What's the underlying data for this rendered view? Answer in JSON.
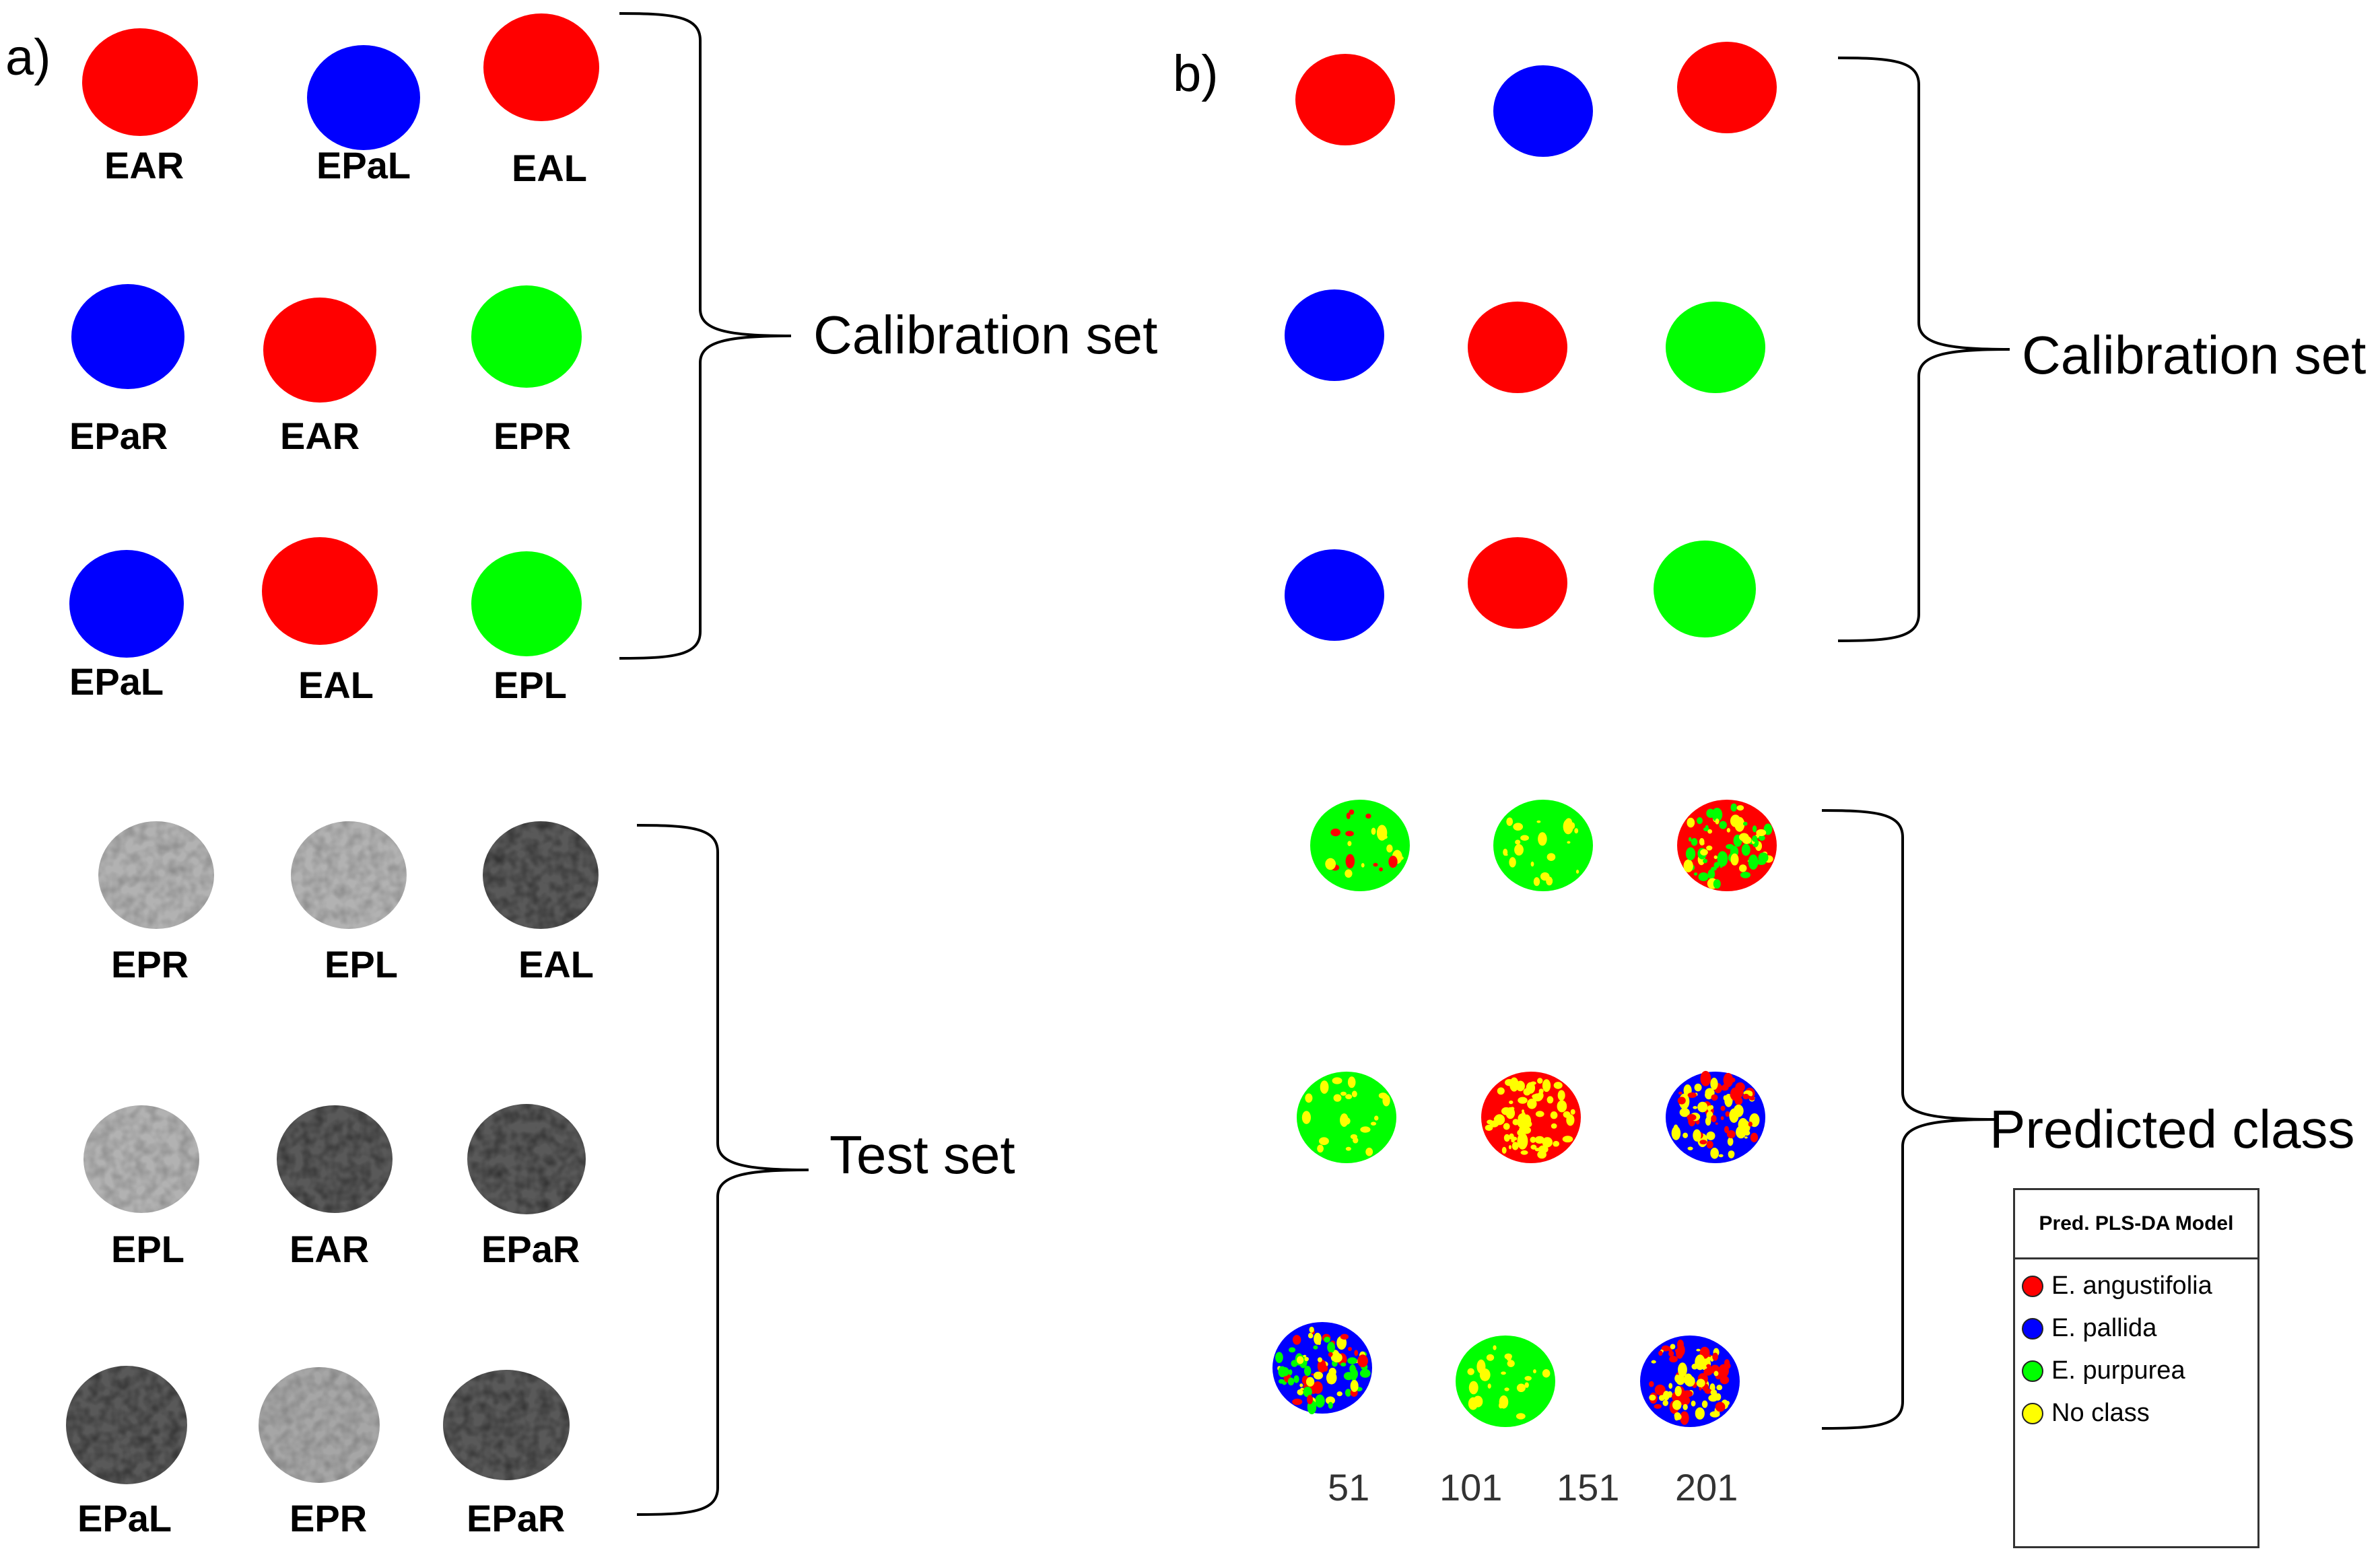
{
  "colors": {
    "red": "#ff0000",
    "blue": "#0000ff",
    "green": "#00ff00",
    "yellow": "#ffff00",
    "grey_light": "#b2b2b2",
    "grey_mid": "#a6a6a6",
    "grey_dark": "#595959"
  },
  "panel_a": {
    "letter": "a)",
    "calibration_title": "Calibration set",
    "test_title": "Test set",
    "calibration": [
      {
        "label": "EAR",
        "color": "red"
      },
      {
        "label": "EPaL",
        "color": "blue"
      },
      {
        "label": "EAL",
        "color": "red"
      },
      {
        "label": "EPaR",
        "color": "blue"
      },
      {
        "label": "EAR",
        "color": "red"
      },
      {
        "label": "EPR",
        "color": "green"
      },
      {
        "label": "EPaL",
        "color": "blue"
      },
      {
        "label": "EAL",
        "color": "red"
      },
      {
        "label": "EPL",
        "color": "green"
      }
    ],
    "test": [
      {
        "label": "EPR",
        "shade": "grey_light"
      },
      {
        "label": "EPL",
        "shade": "grey_light"
      },
      {
        "label": "EAL",
        "shade": "grey_dark"
      },
      {
        "label": "EPL",
        "shade": "grey_light"
      },
      {
        "label": "EAR",
        "shade": "grey_dark"
      },
      {
        "label": "EPaR",
        "shade": "grey_dark"
      },
      {
        "label": "EPaL",
        "shade": "grey_dark"
      },
      {
        "label": "EPR",
        "shade": "grey_mid"
      },
      {
        "label": "EPaR",
        "shade": "grey_dark"
      }
    ]
  },
  "panel_b": {
    "letter": "b)",
    "calibration_title": "Calibration set",
    "predicted_title": "Predicted class",
    "calibration_colors": [
      "red",
      "blue",
      "red",
      "blue",
      "red",
      "green",
      "blue",
      "red",
      "green"
    ],
    "predicted": [
      {
        "base": "green",
        "speckle": [
          "red",
          "yellow"
        ]
      },
      {
        "base": "green",
        "speckle": [
          "yellow"
        ]
      },
      {
        "base": "red",
        "speckle": [
          "green",
          "yellow"
        ]
      },
      {
        "base": "green",
        "speckle": [
          "yellow"
        ]
      },
      {
        "base": "red",
        "speckle": [
          "yellow"
        ]
      },
      {
        "base": "blue",
        "speckle": [
          "yellow",
          "red"
        ]
      },
      {
        "base": "blue",
        "speckle": [
          "yellow",
          "red",
          "green"
        ]
      },
      {
        "base": "green",
        "speckle": [
          "yellow"
        ]
      },
      {
        "base": "blue",
        "speckle": [
          "yellow",
          "red"
        ]
      }
    ],
    "axis_ticks": [
      "51",
      "101",
      "151",
      "201"
    ]
  },
  "legend": {
    "title": "Pred. PLS-DA Model",
    "items": [
      {
        "label": "E. angustifolia",
        "color": "red"
      },
      {
        "label": "E. pallida",
        "color": "blue"
      },
      {
        "label": "E. purpurea",
        "color": "green"
      },
      {
        "label": "No class",
        "color": "yellow"
      }
    ]
  }
}
